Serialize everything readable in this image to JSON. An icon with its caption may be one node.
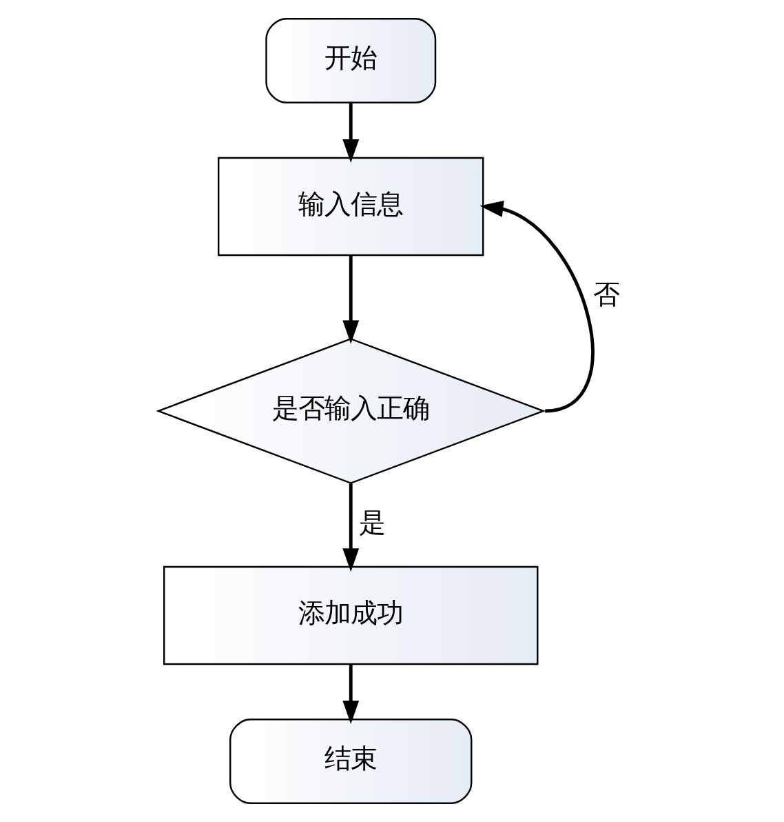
{
  "diagram": {
    "nodes": [
      {
        "text": [
          "开始"
        ]
      },
      {
        "text": [
          "输入信息"
        ]
      },
      {
        "text": [
          "是否输入正确"
        ]
      },
      {
        "text": [
          "添加成功"
        ]
      },
      {
        "text": [
          "结束"
        ]
      }
    ],
    "edges": [
      {
        "from": 0,
        "to": 1,
        "arrow": "to"
      },
      {
        "from": 1,
        "to": 2,
        "arrow": "to"
      },
      {
        "from": 2,
        "to": 1,
        "arrow": "to",
        "label": "否"
      },
      {
        "from": 2,
        "to": 3,
        "arrow": "to",
        "label": "是"
      },
      {
        "from": 3,
        "to": 4,
        "arrow": "to"
      }
    ]
  }
}
